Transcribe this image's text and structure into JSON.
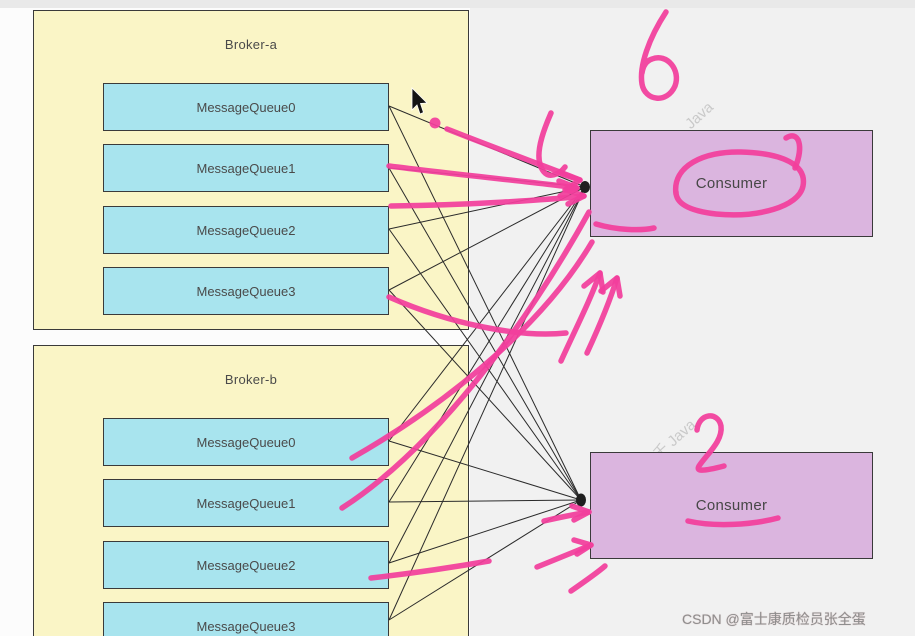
{
  "page": {
    "background": "#fcfcfc",
    "right_panel_bg": "#f1f1f1",
    "top_bar_bg": "#e9e9e9"
  },
  "diagram": {
    "brokers": [
      {
        "label": "Broker-a",
        "queues": [
          "MessageQueue0",
          "MessageQueue1",
          "MessageQueue2",
          "MessageQueue3"
        ]
      },
      {
        "label": "Broker-b",
        "queues": [
          "MessageQueue0",
          "MessageQueue1",
          "MessageQueue2",
          "MessageQueue3"
        ]
      }
    ],
    "consumers": [
      {
        "label": "Consumer"
      },
      {
        "label": "Consumer"
      }
    ],
    "colors": {
      "broker_bg": "#faf5c6",
      "queue_bg": "#a8e4ee",
      "consumer_bg": "#dbb5df",
      "box_border": "#3a3a3a",
      "connector": "#2b2b2b",
      "annotation": "#f23e9c"
    }
  },
  "annotations": {
    "handwritten_number_top": "6",
    "handwritten_number_bottom": "2"
  },
  "watermarks": {
    "faint_top": "Java",
    "faint_middle": "千 Java",
    "bottom_right": "CSDN @富士康质检员张全蛋"
  }
}
